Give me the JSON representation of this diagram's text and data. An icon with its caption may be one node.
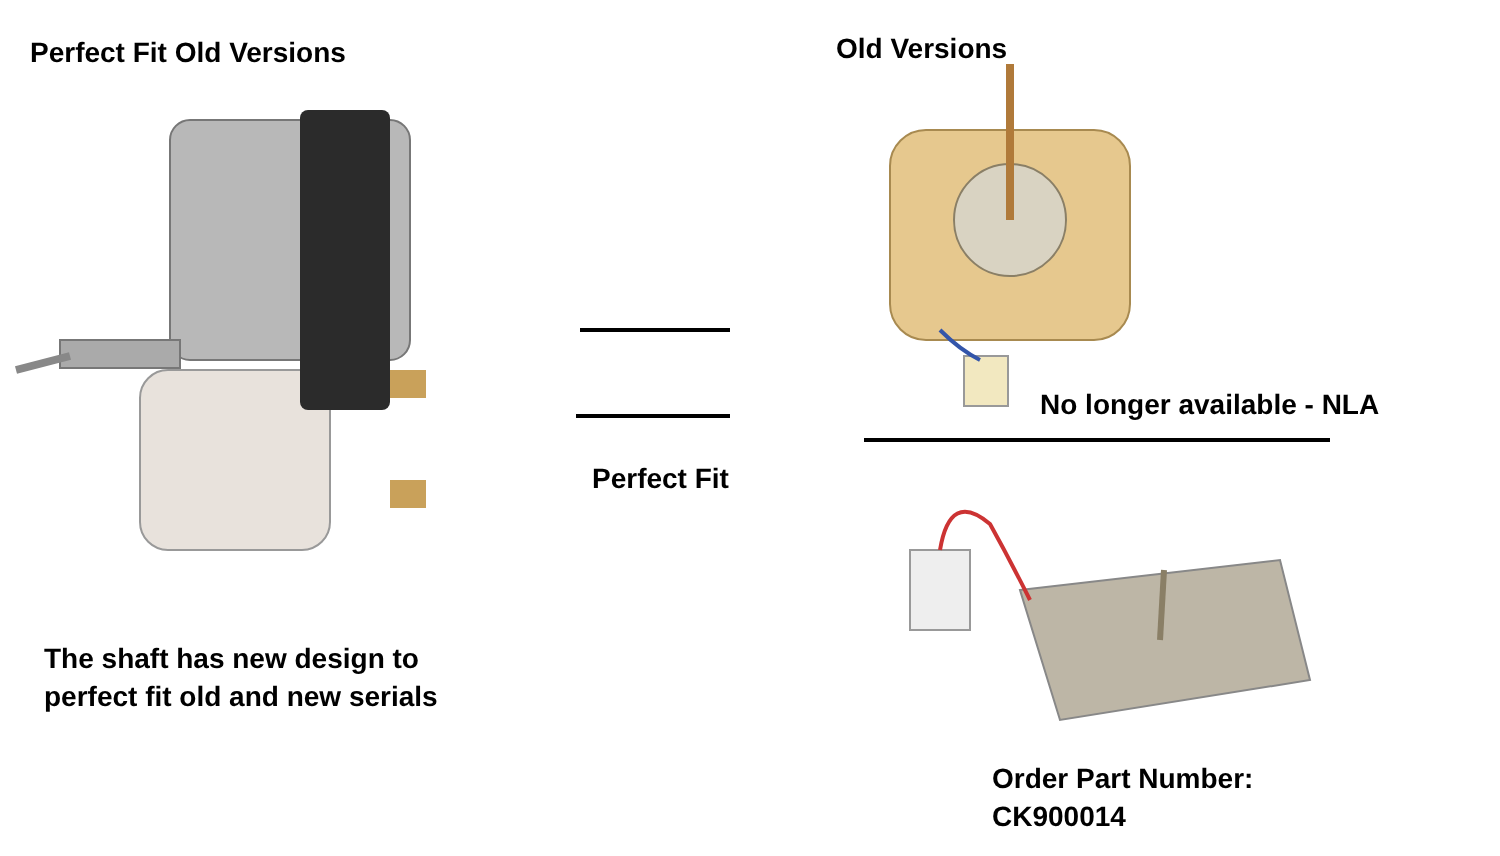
{
  "diagram": {
    "labels": [
      "Perfect Fit Old Versions",
      "Old Versions",
      "No longer available - NLA",
      "Perfect Fit",
      "The shaft has new design to perfect fit old and new serials",
      "Order Part Number: CK900014"
    ]
  }
}
